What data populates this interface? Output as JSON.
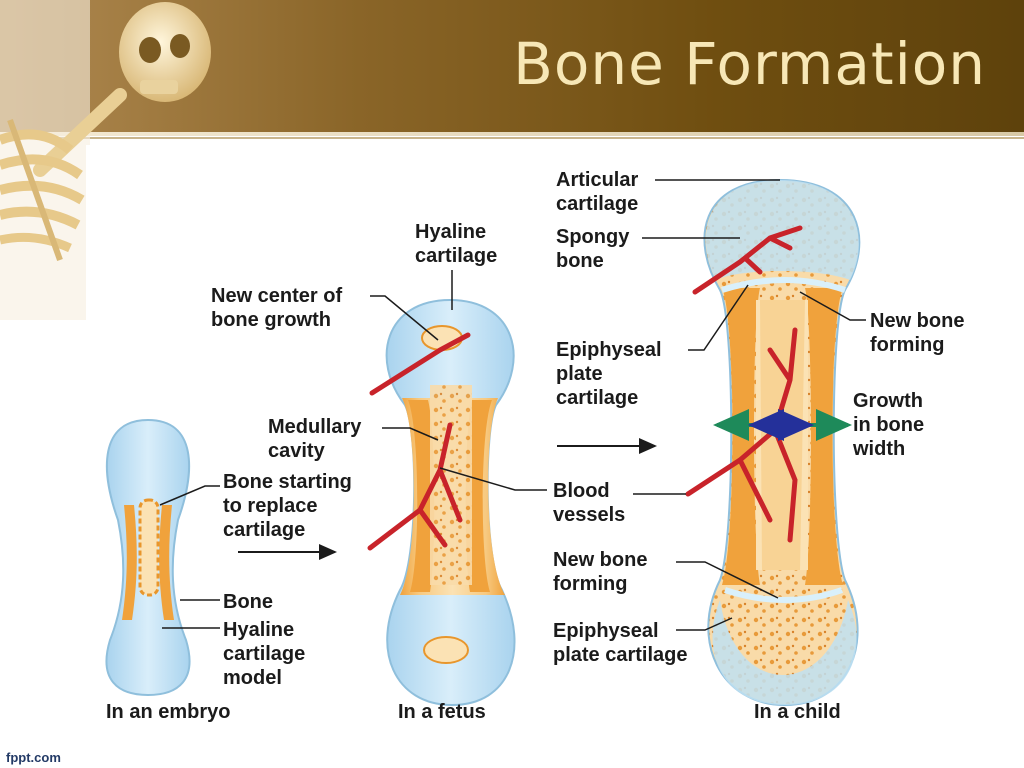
{
  "slide": {
    "title": "Bone Formation",
    "footer": "fppt.com"
  },
  "labels": {
    "hyaline_top": [
      "Hyaline",
      "cartilage"
    ],
    "new_center": [
      "New center of",
      "bone growth"
    ],
    "medullary": [
      "Medullary",
      "cavity"
    ],
    "bone_starting": [
      "Bone starting",
      "to replace",
      "cartilage"
    ],
    "bone": [
      "Bone"
    ],
    "hyaline_model": [
      "Hyaline",
      "cartilage",
      "model"
    ],
    "articular": [
      "Articular",
      "cartilage"
    ],
    "spongy": [
      "Spongy",
      "bone"
    ],
    "epiphyseal_top": [
      "Epiphyseal",
      "plate",
      "cartilage"
    ],
    "blood": [
      "Blood",
      "vessels"
    ],
    "new_bone_mid": [
      "New bone",
      "forming"
    ],
    "epiphyseal_bottom": [
      "Epiphyseal",
      "plate cartilage"
    ],
    "new_bone_right": [
      "New bone",
      "forming"
    ],
    "growth": [
      "Growth",
      "in bone",
      "width"
    ]
  },
  "captions": {
    "embryo": "In an embryo",
    "fetus": "In a fetus",
    "child": "In a child"
  },
  "colors": {
    "cartilage": "#bfe0f2",
    "bone": "#f2a94a",
    "vessel": "#c8232a",
    "arrow_green": "#1e8a5a",
    "arrow_blue": "#24309a"
  }
}
